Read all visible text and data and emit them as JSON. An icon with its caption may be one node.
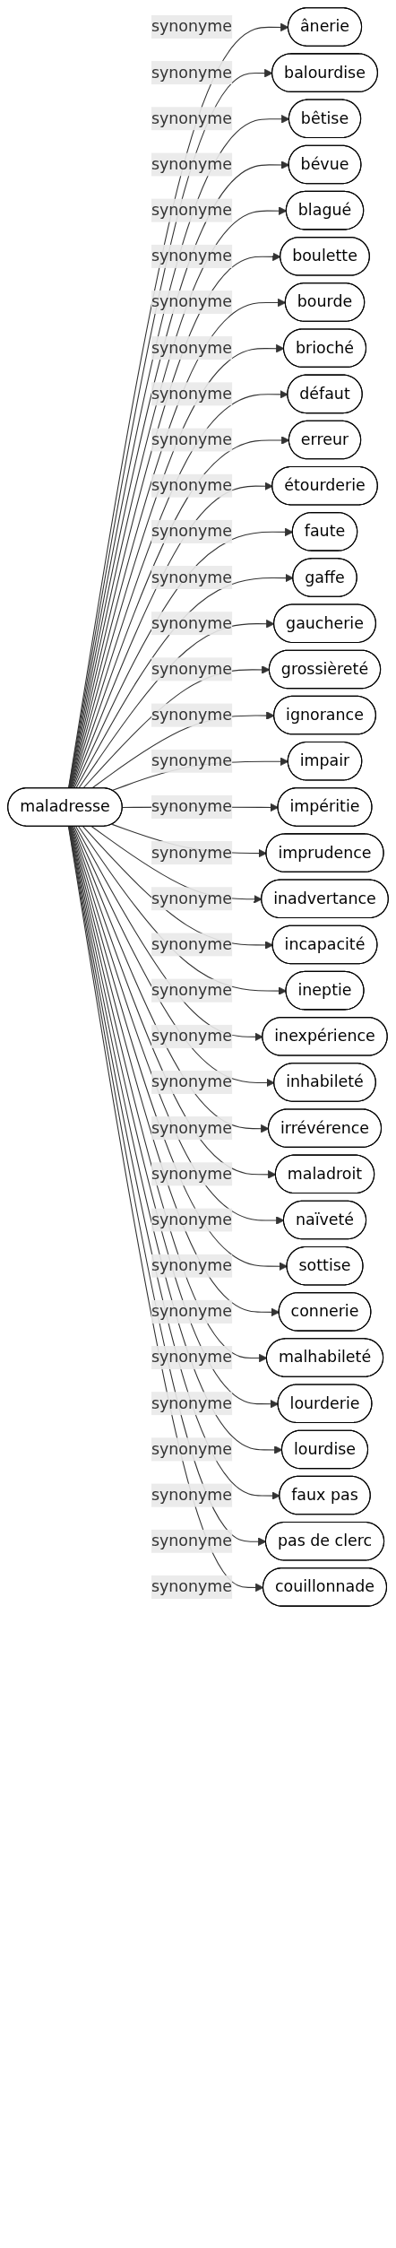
{
  "diagram": {
    "nodes": [
      {
        "text": [
          "maladresse"
        ]
      },
      {
        "text": [
          "ânerie"
        ]
      },
      {
        "text": [
          "balourdise"
        ]
      },
      {
        "text": [
          "bêtise"
        ]
      },
      {
        "text": [
          "bévue"
        ]
      },
      {
        "text": [
          "blagué"
        ]
      },
      {
        "text": [
          "boulette"
        ]
      },
      {
        "text": [
          "bourde"
        ]
      },
      {
        "text": [
          "brioché"
        ]
      },
      {
        "text": [
          "défaut"
        ]
      },
      {
        "text": [
          "erreur"
        ]
      },
      {
        "text": [
          "étourderie"
        ]
      },
      {
        "text": [
          "faute"
        ]
      },
      {
        "text": [
          "gaffe"
        ]
      },
      {
        "text": [
          "gaucherie"
        ]
      },
      {
        "text": [
          "grossièreté"
        ]
      },
      {
        "text": [
          "ignorance"
        ]
      },
      {
        "text": [
          "impair"
        ]
      },
      {
        "text": [
          "impéritie"
        ]
      },
      {
        "text": [
          "imprudence"
        ]
      },
      {
        "text": [
          "inadvertance"
        ]
      },
      {
        "text": [
          "incapacité"
        ]
      },
      {
        "text": [
          "ineptie"
        ]
      },
      {
        "text": [
          "inexpérience"
        ]
      },
      {
        "text": [
          "inhabileté"
        ]
      },
      {
        "text": [
          "irrévérence"
        ]
      },
      {
        "text": [
          "maladroit"
        ]
      },
      {
        "text": [
          "naïveté"
        ]
      },
      {
        "text": [
          "sottise"
        ]
      },
      {
        "text": [
          "connerie"
        ]
      },
      {
        "text": [
          "malhabileté"
        ]
      },
      {
        "text": [
          "lourderie"
        ]
      },
      {
        "text": [
          "lourdise"
        ]
      },
      {
        "text": [
          "faux pas"
        ]
      },
      {
        "text": [
          "pas de clerc"
        ]
      },
      {
        "text": [
          "couillonnade"
        ]
      }
    ],
    "edges": [
      {
        "from": 0,
        "to": 1,
        "arrow": "to",
        "label": "synonyme"
      },
      {
        "from": 0,
        "to": 2,
        "arrow": "to",
        "label": "synonyme"
      },
      {
        "from": 0,
        "to": 3,
        "arrow": "to",
        "label": "synonyme"
      },
      {
        "from": 0,
        "to": 4,
        "arrow": "to",
        "label": "synonyme"
      },
      {
        "from": 0,
        "to": 5,
        "arrow": "to",
        "label": "synonyme"
      },
      {
        "from": 0,
        "to": 6,
        "arrow": "to",
        "label": "synonyme"
      },
      {
        "from": 0,
        "to": 7,
        "arrow": "to",
        "label": "synonyme"
      },
      {
        "from": 0,
        "to": 8,
        "arrow": "to",
        "label": "synonyme"
      },
      {
        "from": 0,
        "to": 9,
        "arrow": "to",
        "label": "synonyme"
      },
      {
        "from": 0,
        "to": 10,
        "arrow": "to",
        "label": "synonyme"
      },
      {
        "from": 0,
        "to": 11,
        "arrow": "to",
        "label": "synonyme"
      },
      {
        "from": 0,
        "to": 12,
        "arrow": "to",
        "label": "synonyme"
      },
      {
        "from": 0,
        "to": 13,
        "arrow": "to",
        "label": "synonyme"
      },
      {
        "from": 0,
        "to": 14,
        "arrow": "to",
        "label": "synonyme"
      },
      {
        "from": 0,
        "to": 15,
        "arrow": "to",
        "label": "synonyme"
      },
      {
        "from": 0,
        "to": 16,
        "arrow": "to",
        "label": "synonyme"
      },
      {
        "from": 0,
        "to": 17,
        "arrow": "to",
        "label": "synonyme"
      },
      {
        "from": 0,
        "to": 18,
        "arrow": "to",
        "label": "synonyme"
      },
      {
        "from": 0,
        "to": 19,
        "arrow": "to",
        "label": "synonyme"
      },
      {
        "from": 0,
        "to": 20,
        "arrow": "to",
        "label": "synonyme"
      },
      {
        "from": 0,
        "to": 21,
        "arrow": "to",
        "label": "synonyme"
      },
      {
        "from": 0,
        "to": 22,
        "arrow": "to",
        "label": "synonyme"
      },
      {
        "from": 0,
        "to": 23,
        "arrow": "to",
        "label": "synonyme"
      },
      {
        "from": 0,
        "to": 24,
        "arrow": "to",
        "label": "synonyme"
      },
      {
        "from": 0,
        "to": 25,
        "arrow": "to",
        "label": "synonyme"
      },
      {
        "from": 0,
        "to": 26,
        "arrow": "to",
        "label": "synonyme"
      },
      {
        "from": 0,
        "to": 27,
        "arrow": "to",
        "label": "synonyme"
      },
      {
        "from": 0,
        "to": 28,
        "arrow": "to",
        "label": "synonyme"
      },
      {
        "from": 0,
        "to": 29,
        "arrow": "to",
        "label": "synonyme"
      },
      {
        "from": 0,
        "to": 30,
        "arrow": "to",
        "label": "synonyme"
      },
      {
        "from": 0,
        "to": 31,
        "arrow": "to",
        "label": "synonyme"
      },
      {
        "from": 0,
        "to": 32,
        "arrow": "to",
        "label": "synonyme"
      },
      {
        "from": 0,
        "to": 33,
        "arrow": "to",
        "label": "synonyme"
      },
      {
        "from": 0,
        "to": 34,
        "arrow": "to",
        "label": "synonyme"
      },
      {
        "from": 0,
        "to": 35,
        "arrow": "to",
        "label": "synonyme"
      }
    ]
  }
}
